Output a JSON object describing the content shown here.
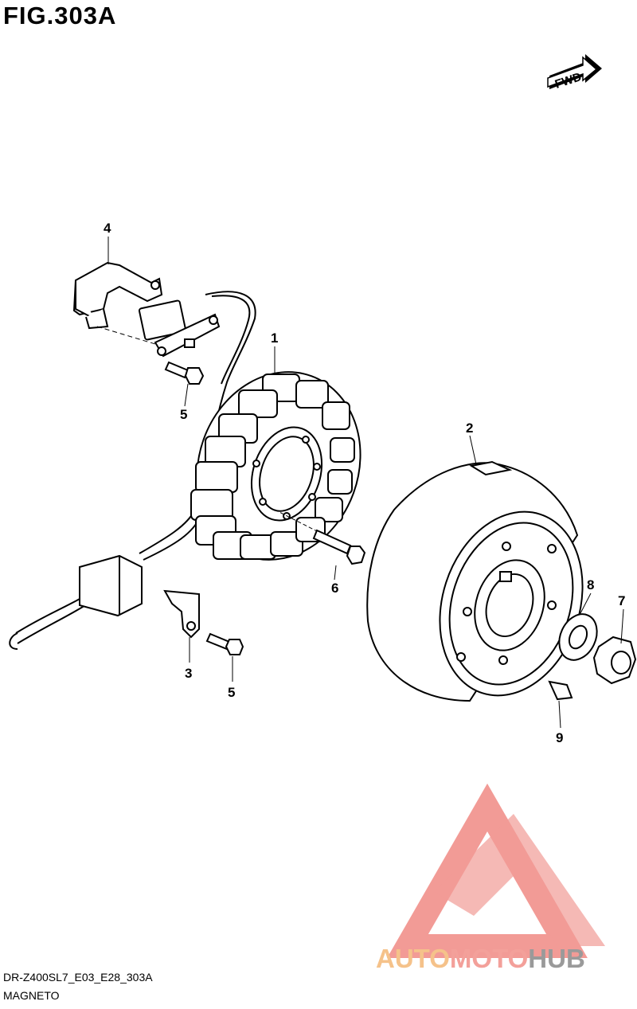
{
  "figure": {
    "title": "FIG.303A"
  },
  "fwd_badge": {
    "label": "FWD"
  },
  "callouts": {
    "p1": "1",
    "p2": "2",
    "p3": "3",
    "p4": "4",
    "p5a": "5",
    "p5b": "5",
    "p6": "6",
    "p7": "7",
    "p8": "8",
    "p9": "9"
  },
  "footer": {
    "diagram_code": "DR-Z400SL7_E03_E28_303A",
    "section_name": "MAGNETO"
  },
  "watermark": {
    "part1": "AUTO",
    "part2": "MOTO",
    "part3": "HUB",
    "colors": {
      "auto": "#f5c28a",
      "moto": "#f3a09a",
      "hub": "#9a9a9a",
      "logo": "#f08a84"
    }
  }
}
